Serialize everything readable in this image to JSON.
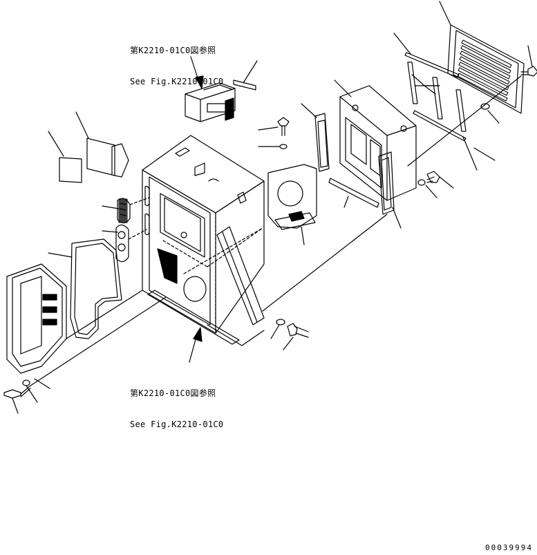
{
  "references": {
    "top": {
      "line_jp": "第K2210-01C0図参照",
      "line_en": "See Fig.K2210-01C0"
    },
    "bottom": {
      "line_jp": "第K2210-01C0図参照",
      "line_en": "See Fig.K2210-01C0"
    }
  },
  "document_number": "00039994",
  "colors": {
    "ink": "#000000",
    "background": "#ffffff"
  }
}
